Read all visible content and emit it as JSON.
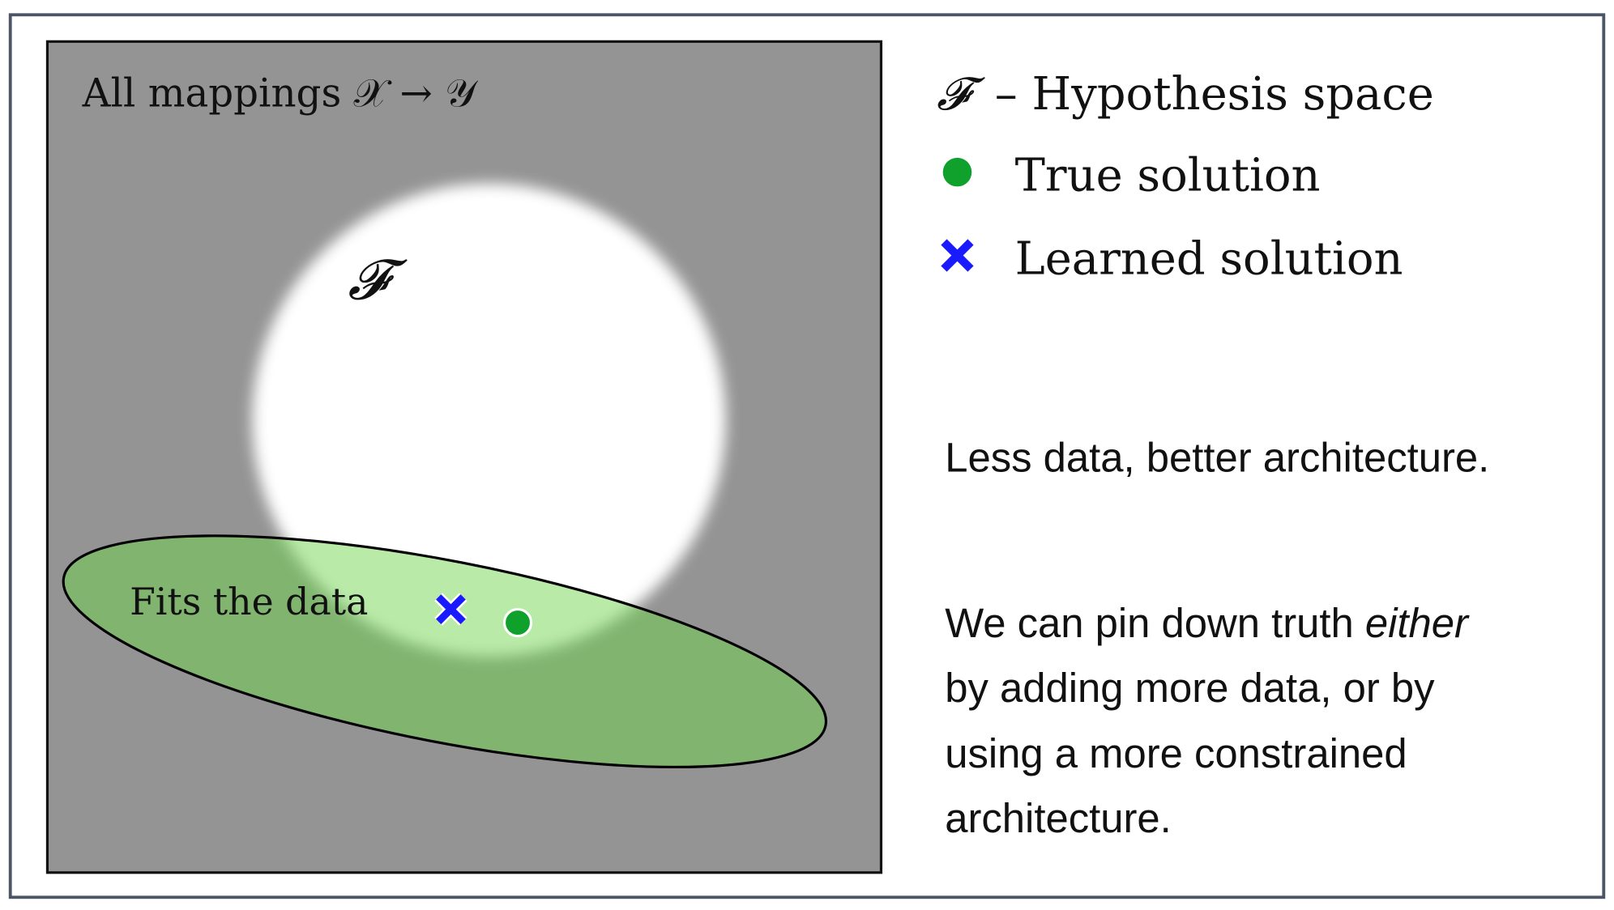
{
  "diagram": {
    "outer_label": "All mappings 𝒳 → 𝒴",
    "hypothesis_symbol": "𝓕",
    "data_region_label": "Fits the data"
  },
  "legend": {
    "hypothesis": {
      "symbol": "𝓕",
      "label": "– Hypothesis space"
    },
    "true_solution": {
      "label": "True solution",
      "color": "#10a02c"
    },
    "learned_solution": {
      "label": "Learned solution",
      "color": "#1a1aff"
    }
  },
  "notes": {
    "headline": "Less data, better architecture.",
    "paragraph_lines": [
      {
        "before": "We can pin down truth ",
        "emph": "either"
      },
      {
        "before": "by adding more data, or by"
      },
      {
        "before": "using a more constrained"
      },
      {
        "before": "architecture."
      }
    ]
  },
  "colors": {
    "border": "#4b5566",
    "background_space": "#949494",
    "data_region": "#80b46f",
    "data_region_intersection": "#b9eaa8"
  }
}
